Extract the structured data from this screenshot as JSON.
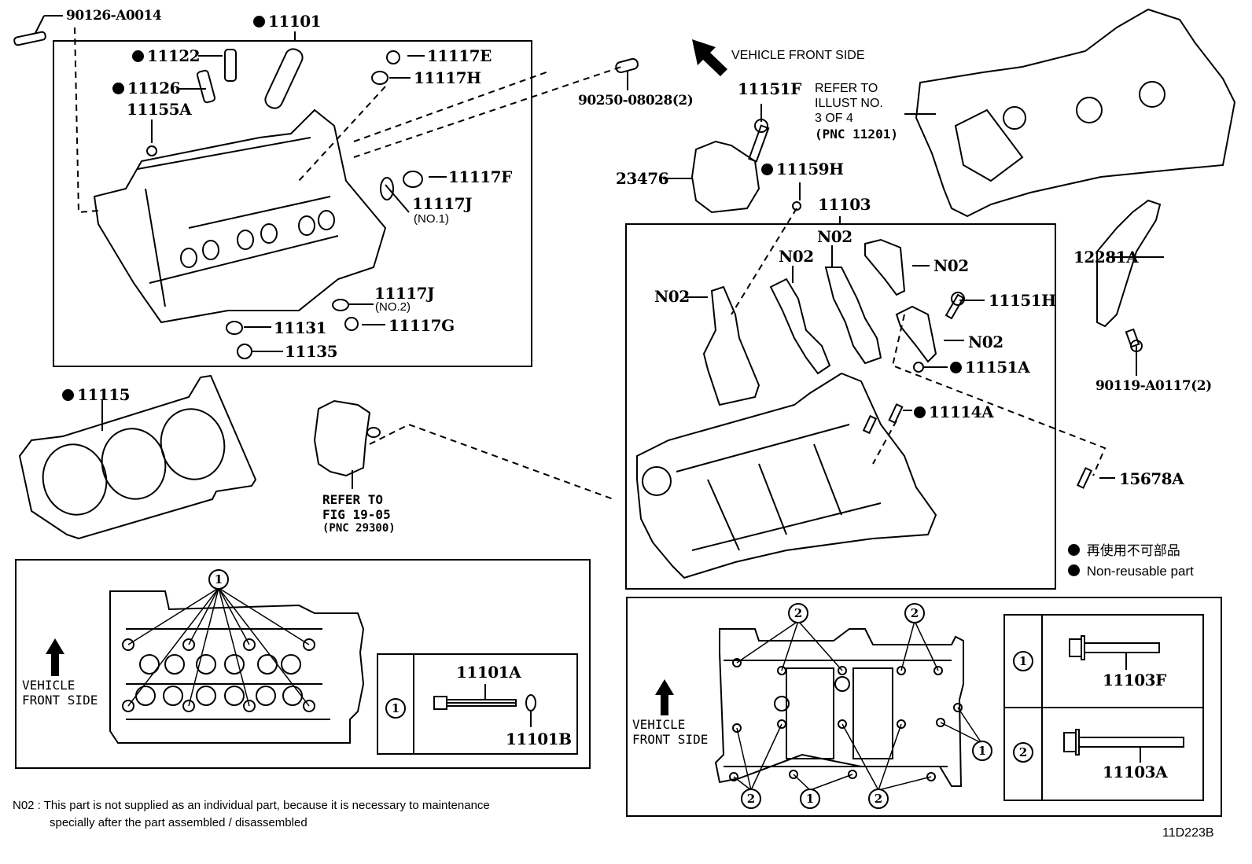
{
  "diagram": {
    "id": "11D223B",
    "front_arrow_label": "VEHICLE FRONT SIDE"
  },
  "parts": {
    "p90126": "90126-A0014",
    "p11101": "11101",
    "p11122": "11122",
    "p11126": "11126",
    "p11155A": "11155A",
    "p11117E": "11117E",
    "p11117H": "11117H",
    "p11117F": "11117F",
    "p11117J": "11117J",
    "no1": "(NO.1)",
    "no2": "(NO.2)",
    "p11131": "11131",
    "p11135": "11135",
    "p11117G": "11117G",
    "p90250": "90250-08028(2)",
    "p11151F": "11151F",
    "p23476": "23476",
    "p11159H": "11159H",
    "p11103": "11103",
    "n02": "N02",
    "p11151H": "11151H",
    "p11151A": "11151A",
    "p11114A": "11114A",
    "p12281A": "12281A",
    "p90119": "90119-A0117(2)",
    "p15678A": "15678A",
    "p11115": "11115"
  },
  "refs": {
    "illust": [
      "REFER TO",
      "ILLUST NO.",
      "3 OF 4",
      "(PNC 11201)"
    ],
    "fig": [
      "REFER TO",
      "FIG 19-05",
      "(PNC 29300)"
    ]
  },
  "legend": {
    "jp": "再使用不可部品",
    "en": "Non-reusable part"
  },
  "bolt_tables": {
    "head": {
      "front_label": [
        "VEHICLE",
        "FRONT SIDE"
      ],
      "callout": "1",
      "rows": [
        {
          "key": "1",
          "parts": [
            "11101A",
            "11101B"
          ]
        }
      ]
    },
    "block": {
      "front_label": [
        "VEHICLE",
        "FRONT SIDE"
      ],
      "callouts": [
        "2",
        "2",
        "2",
        "1",
        "2",
        "1"
      ],
      "rows": [
        {
          "key": "1",
          "part": "11103F"
        },
        {
          "key": "2",
          "part": "11103A"
        }
      ]
    }
  },
  "footnote": {
    "code": "N02 :",
    "line1": "This part is not supplied as an individual part, because it is necessary to maintenance",
    "line2": "specially after the part assembled / disassembled"
  }
}
